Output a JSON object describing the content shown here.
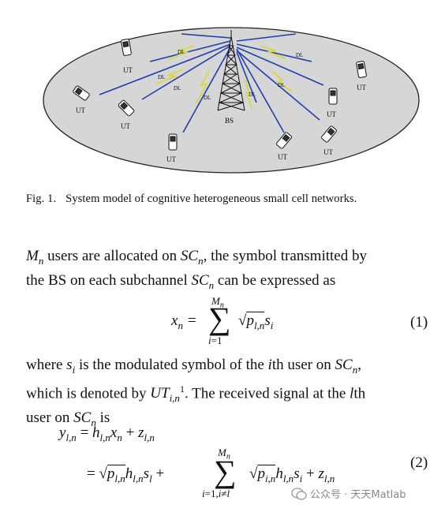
{
  "figure": {
    "bs_label": "BS",
    "ut_label": "UT",
    "dl_label": "DL",
    "ellipse_fill": "#d6d6d6",
    "link_color": "#1f3fb0",
    "lightning_color": "#e8e84a"
  },
  "caption": {
    "label": "Fig. 1.",
    "text": "System model of cognitive heterogeneous small cell networks."
  },
  "paragraph1": {
    "a": "users are allocated on",
    "b": ", the symbol transmitted by",
    "c": "the BS on each subchannel",
    "d": "can be expressed as"
  },
  "eq1": {
    "number": "(1)"
  },
  "paragraph2": {
    "a": "where",
    "b": "is the modulated symbol of the",
    "c": "th user on",
    "d": "which is denoted by",
    "e": ". The received signal at the",
    "f": "th",
    "g": "user on",
    "h": "is"
  },
  "eq2": {
    "number": "(2)"
  },
  "watermark": {
    "text": "公众号 · 天天Matlab"
  }
}
